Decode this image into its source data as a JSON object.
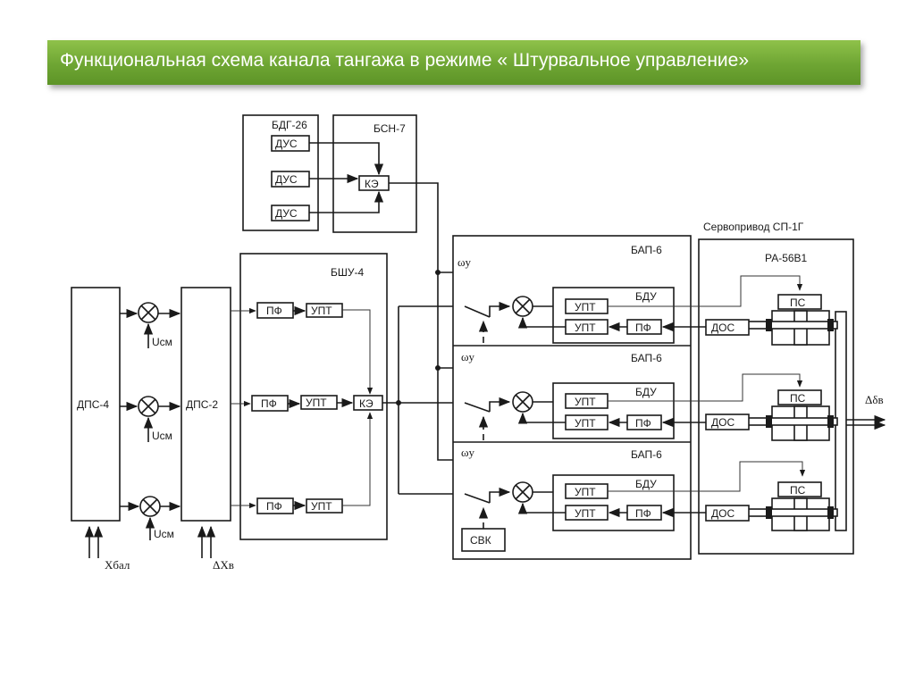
{
  "title": "Функциональная схема канала тангажа в режиме « Штурвальное управление»",
  "blocks": {
    "bdg": {
      "label": "БДГ-26",
      "dus": [
        "ДУС",
        "ДУС",
        "ДУС"
      ]
    },
    "bsn": {
      "label": "БСН-7",
      "ke": "КЭ"
    },
    "dps4": {
      "label": "ДПС-4"
    },
    "dps2": {
      "label": "ДПС-2"
    },
    "ucm": [
      "Uсм",
      "Uсм",
      "Uсм"
    ],
    "inputs": {
      "xbal": "Хбал",
      "dxv": "ΔXв"
    },
    "bshu": {
      "label": "БШУ-4",
      "pf": "ПФ",
      "upt": "УПТ",
      "ke": "КЭ"
    },
    "bap": [
      {
        "label": "БАП-6",
        "omega": "ωу",
        "bdu": "БДУ",
        "upt": "УПТ",
        "pf": "ПФ"
      },
      {
        "label": "БАП-6",
        "omega": "ωу",
        "bdu": "БДУ",
        "upt": "УПТ",
        "pf": "ПФ"
      },
      {
        "label": "БАП-6",
        "omega": "ωу",
        "bdu": "БДУ",
        "upt": "УПТ",
        "pf": "ПФ"
      }
    ],
    "svk": {
      "label": "СВК"
    },
    "servo": {
      "label": "Сервопривод СП-1Г",
      "ra": "РА-56В1",
      "ps": "ПС",
      "dos": "ДОС",
      "output": "Δδв"
    }
  }
}
